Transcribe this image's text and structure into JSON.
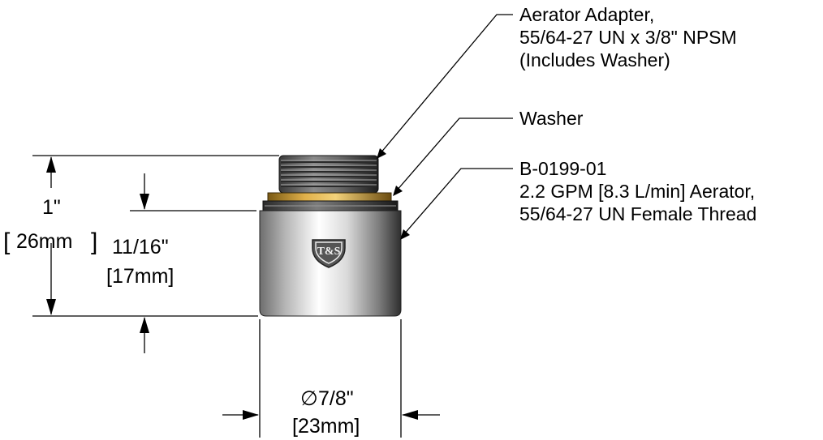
{
  "callouts": {
    "adapter": {
      "line1": "Aerator Adapter,",
      "line2": "55/64-27 UN x 3/8\" NPSM",
      "line3": "(Includes Washer)"
    },
    "washer": {
      "line1": "Washer"
    },
    "aerator": {
      "line1": "B-0199-01",
      "line2": "2.2 GPM [8.3 L/min] Aerator,",
      "line3": "55/64-27 UN Female Thread"
    }
  },
  "dimensions": {
    "overall_height": {
      "imperial": "1\"",
      "metric": "26mm"
    },
    "body_height": {
      "imperial": "11/16\"",
      "metric": "[17mm]"
    },
    "diameter": {
      "symbol": "∅",
      "imperial": "7/8\"",
      "metric": "[23mm]"
    }
  },
  "logo": {
    "text": "T&S"
  },
  "colors": {
    "thread": "#5a5a5a",
    "washer": "#c8952a",
    "body": "#b9b9b9",
    "logo_fill": "#555555"
  }
}
